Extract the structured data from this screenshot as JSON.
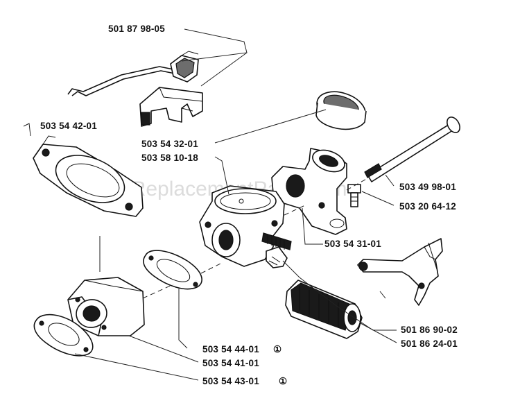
{
  "watermark": "eReplacementParts.com",
  "labels": {
    "p_501_87_98_05": "501 87 98-05",
    "p_503_54_42_01": "503 54 42-01",
    "p_503_54_32_01": "503 54 32-01",
    "p_503_58_10_18": "503 58 10-18",
    "p_503_49_98_01": "503 49 98-01",
    "p_503_20_64_12": "503 20 64-12",
    "p_503_54_31_01": "503 54 31-01",
    "p_501_86_90_02": "501 86 90-02",
    "p_501_86_24_01": "501 86 24-01",
    "p_503_54_44_01": "503 54 44-01",
    "p_503_54_41_01": "503 54 41-01",
    "p_503_54_43_01": "503 54 43-01"
  },
  "marker_symbol": "①"
}
